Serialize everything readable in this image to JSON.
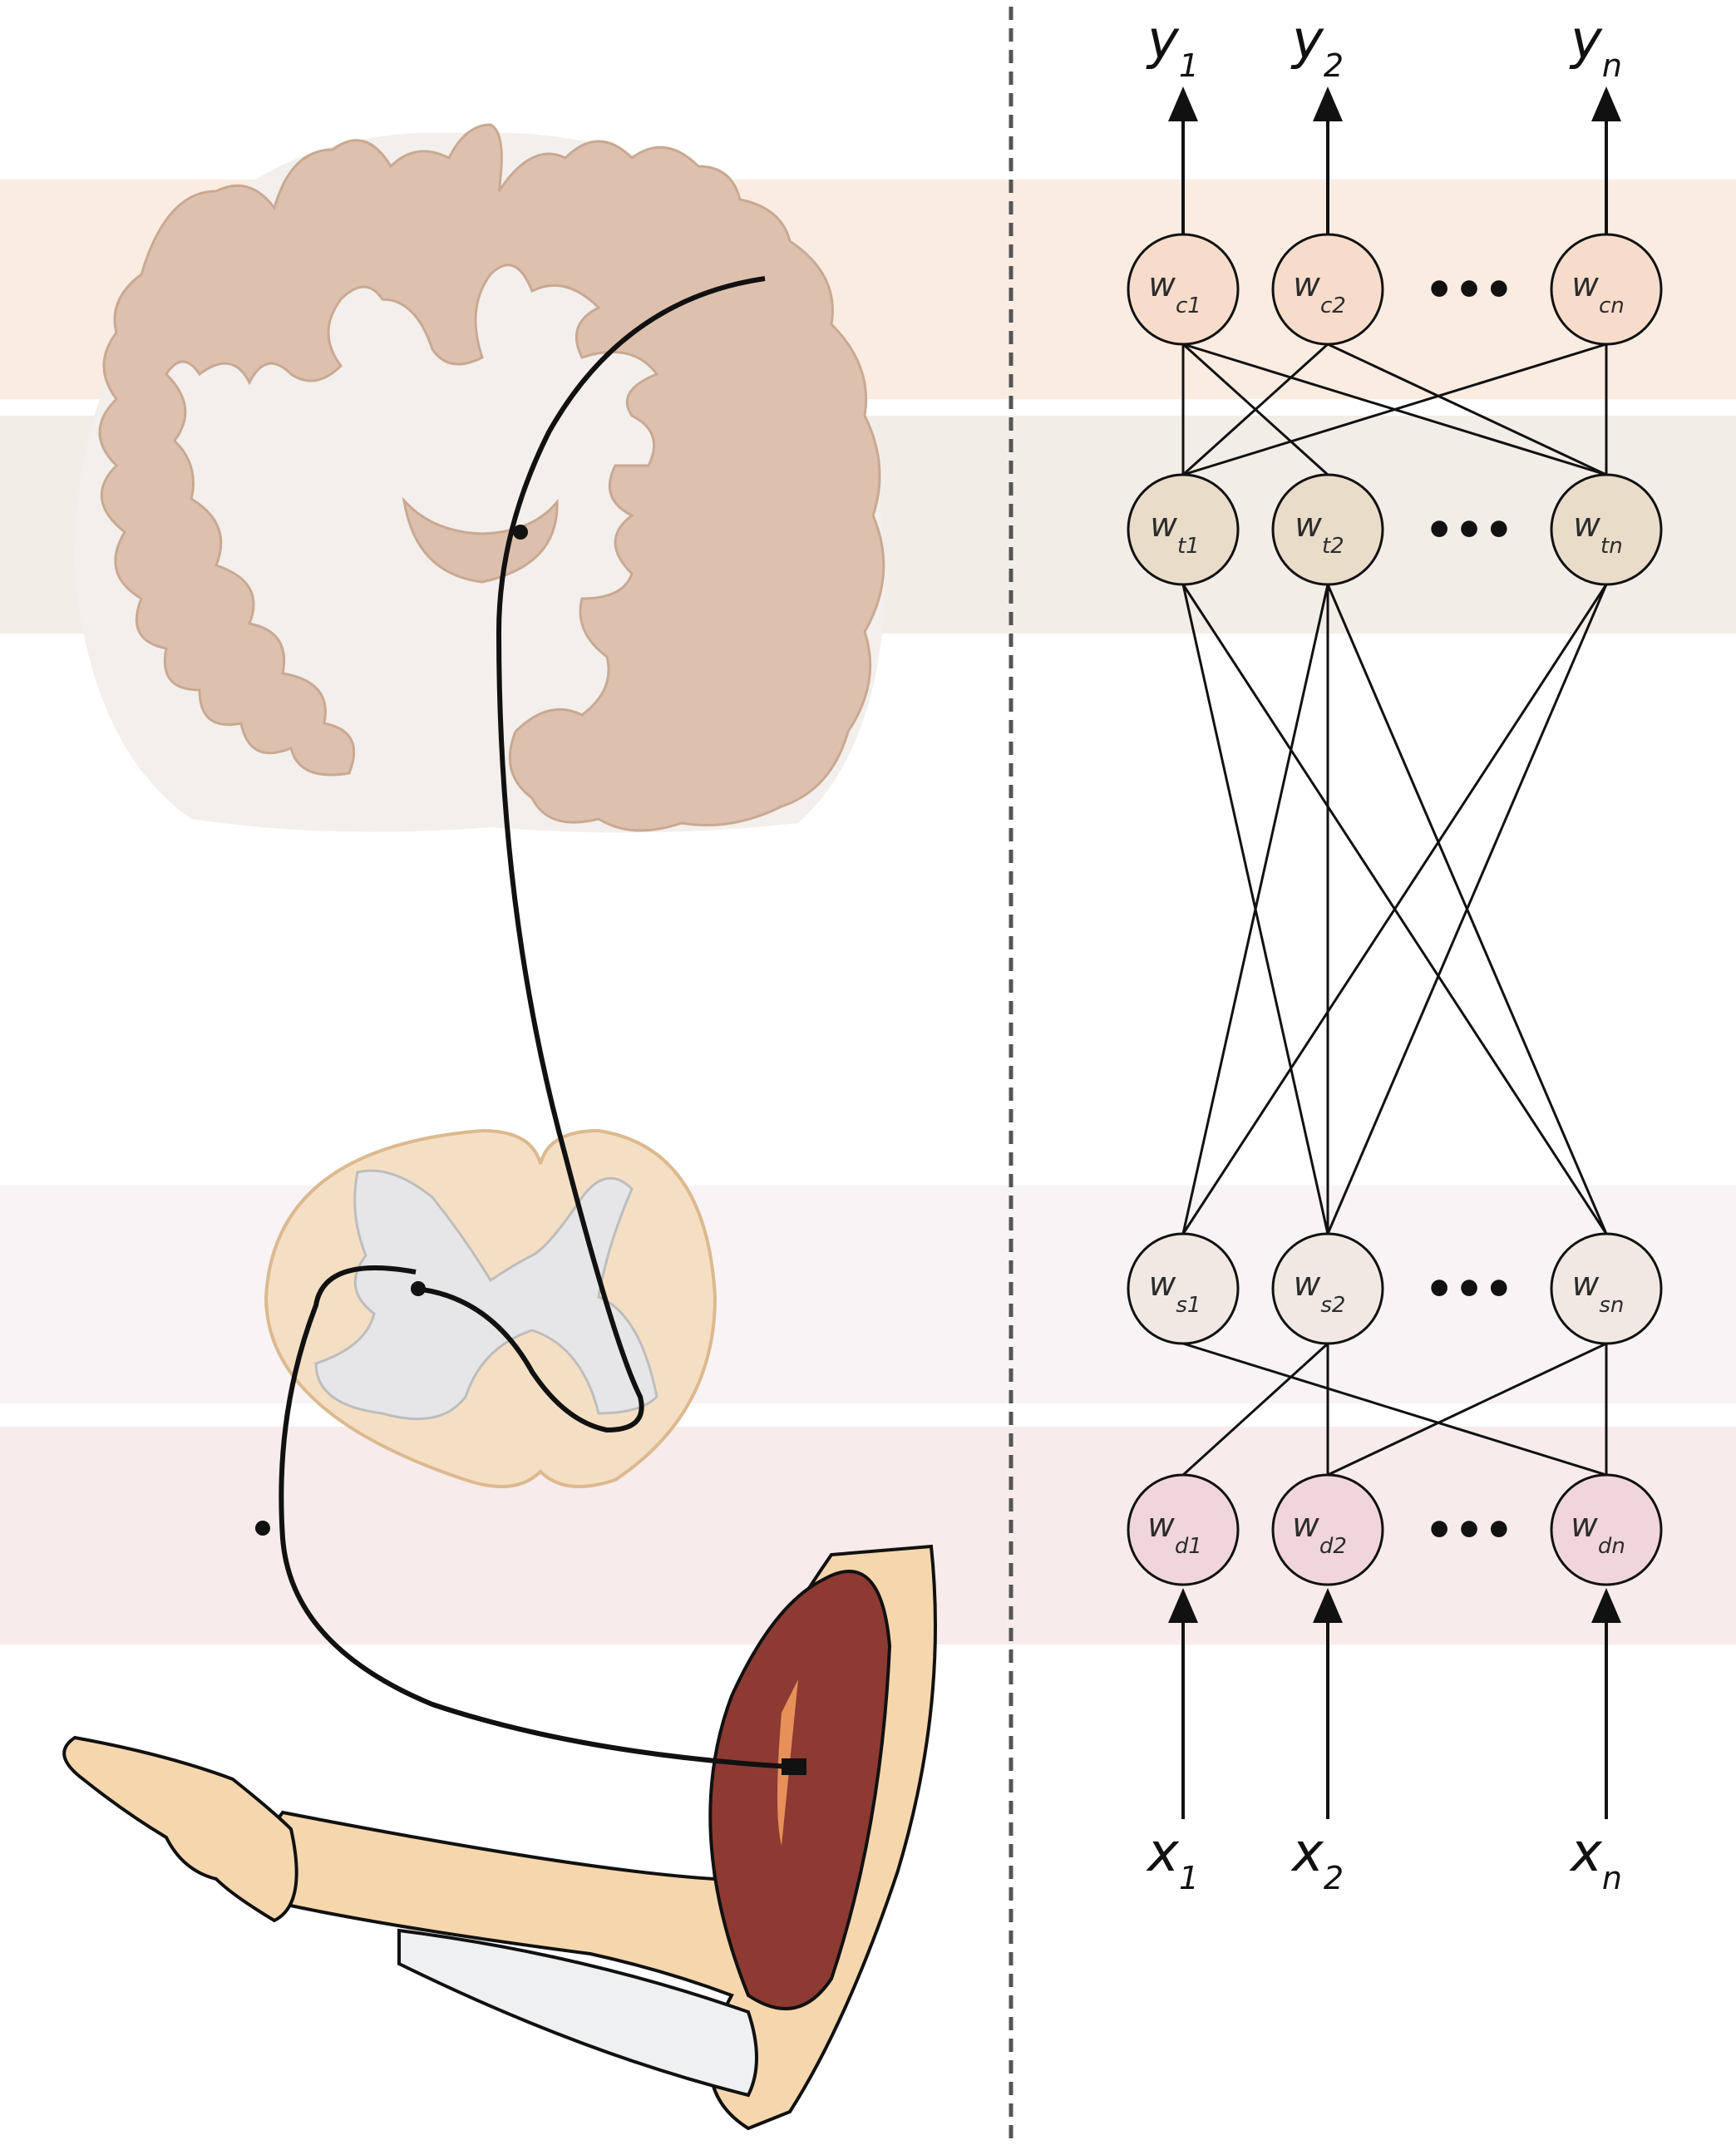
{
  "colors": {
    "band_cortex": "#fbece2",
    "band_thalamus": "#f3ede8",
    "band_spinal": "#f8f3f5",
    "band_dorsal": "#f8ebeb",
    "node_cortex": "#f8dccb",
    "node_thalamus": "#e9dcc9",
    "node_spinal": "#f1e8e4",
    "node_dorsal": "#f0d6dc",
    "brain_fill": "#ddc1ae",
    "cord_fill": "#f5dfc4",
    "grey_matter": "#e6e6e8",
    "muscle": "#8c3a32",
    "skin": "#f6d7ad",
    "divider": "#555555"
  },
  "network": {
    "outputs": [
      {
        "main": "y",
        "sub": "1"
      },
      {
        "main": "y",
        "sub": "2"
      },
      {
        "main": "y",
        "sub": "n"
      }
    ],
    "inputs": [
      {
        "main": "x",
        "sub": "1"
      },
      {
        "main": "x",
        "sub": "2"
      },
      {
        "main": "x",
        "sub": "n"
      }
    ],
    "layers": [
      {
        "id": "c",
        "ellipsis": "•••",
        "nodes": [
          {
            "main": "w",
            "sub": "c1"
          },
          {
            "main": "w",
            "sub": "c2"
          },
          {
            "main": "w",
            "sub": "cn"
          }
        ]
      },
      {
        "id": "t",
        "ellipsis": "•••",
        "nodes": [
          {
            "main": "w",
            "sub": "t1"
          },
          {
            "main": "w",
            "sub": "t2"
          },
          {
            "main": "w",
            "sub": "tn"
          }
        ]
      },
      {
        "id": "s",
        "ellipsis": "•••",
        "nodes": [
          {
            "main": "w",
            "sub": "s1"
          },
          {
            "main": "w",
            "sub": "s2"
          },
          {
            "main": "w",
            "sub": "sn"
          }
        ]
      },
      {
        "id": "d",
        "ellipsis": "•••",
        "nodes": [
          {
            "main": "w",
            "sub": "d1"
          },
          {
            "main": "w",
            "sub": "d2"
          },
          {
            "main": "w",
            "sub": "dn"
          }
        ]
      }
    ],
    "connections": {
      "c_to_t": [
        [
          0,
          0
        ],
        [
          0,
          1
        ],
        [
          0,
          2
        ],
        [
          1,
          0
        ],
        [
          1,
          2
        ],
        [
          2,
          0
        ],
        [
          2,
          2
        ]
      ],
      "t_to_s": [
        [
          0,
          1
        ],
        [
          0,
          2
        ],
        [
          1,
          0
        ],
        [
          1,
          1
        ],
        [
          1,
          2
        ],
        [
          2,
          0
        ],
        [
          2,
          1
        ]
      ],
      "s_to_d": [
        [
          0,
          2
        ],
        [
          1,
          0
        ],
        [
          1,
          1
        ],
        [
          2,
          1
        ],
        [
          2,
          2
        ]
      ]
    }
  }
}
